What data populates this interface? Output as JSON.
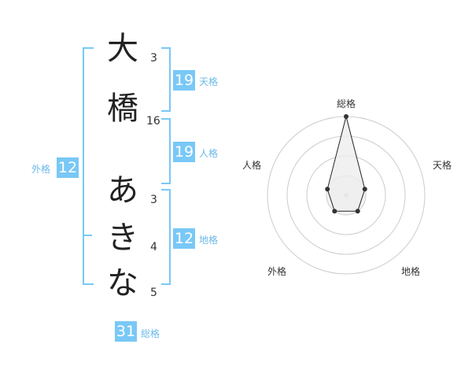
{
  "name_chars": [
    {
      "char": "大",
      "strokes": "3"
    },
    {
      "char": "橋",
      "strokes": "16"
    },
    {
      "char": "あ",
      "strokes": "3"
    },
    {
      "char": "き",
      "strokes": "4"
    },
    {
      "char": "な",
      "strokes": "5"
    }
  ],
  "fortune": {
    "tenkaku": {
      "value": "19",
      "label": "天格"
    },
    "jinkaku": {
      "value": "19",
      "label": "人格"
    },
    "chikaku": {
      "value": "12",
      "label": "地格"
    },
    "gaikaku": {
      "value": "12",
      "label": "外格"
    },
    "soukaku": {
      "value": "31",
      "label": "総格"
    }
  },
  "radar": {
    "labels": {
      "top": "総格",
      "right": "天格",
      "bottom_right": "地格",
      "bottom_left": "外格",
      "left": "人格"
    }
  },
  "chart_data": {
    "type": "radar",
    "axes": [
      "総格",
      "天格",
      "地格",
      "外格",
      "人格"
    ],
    "values": [
      4,
      1,
      1,
      1,
      1
    ],
    "max": 4,
    "rings": 4
  },
  "colors": {
    "accent": "#79c8f6",
    "label_blue": "#6bb9ea",
    "polygon_stroke": "#222222",
    "polygon_fill": "#eeeeee",
    "grid": "#cccccc"
  }
}
